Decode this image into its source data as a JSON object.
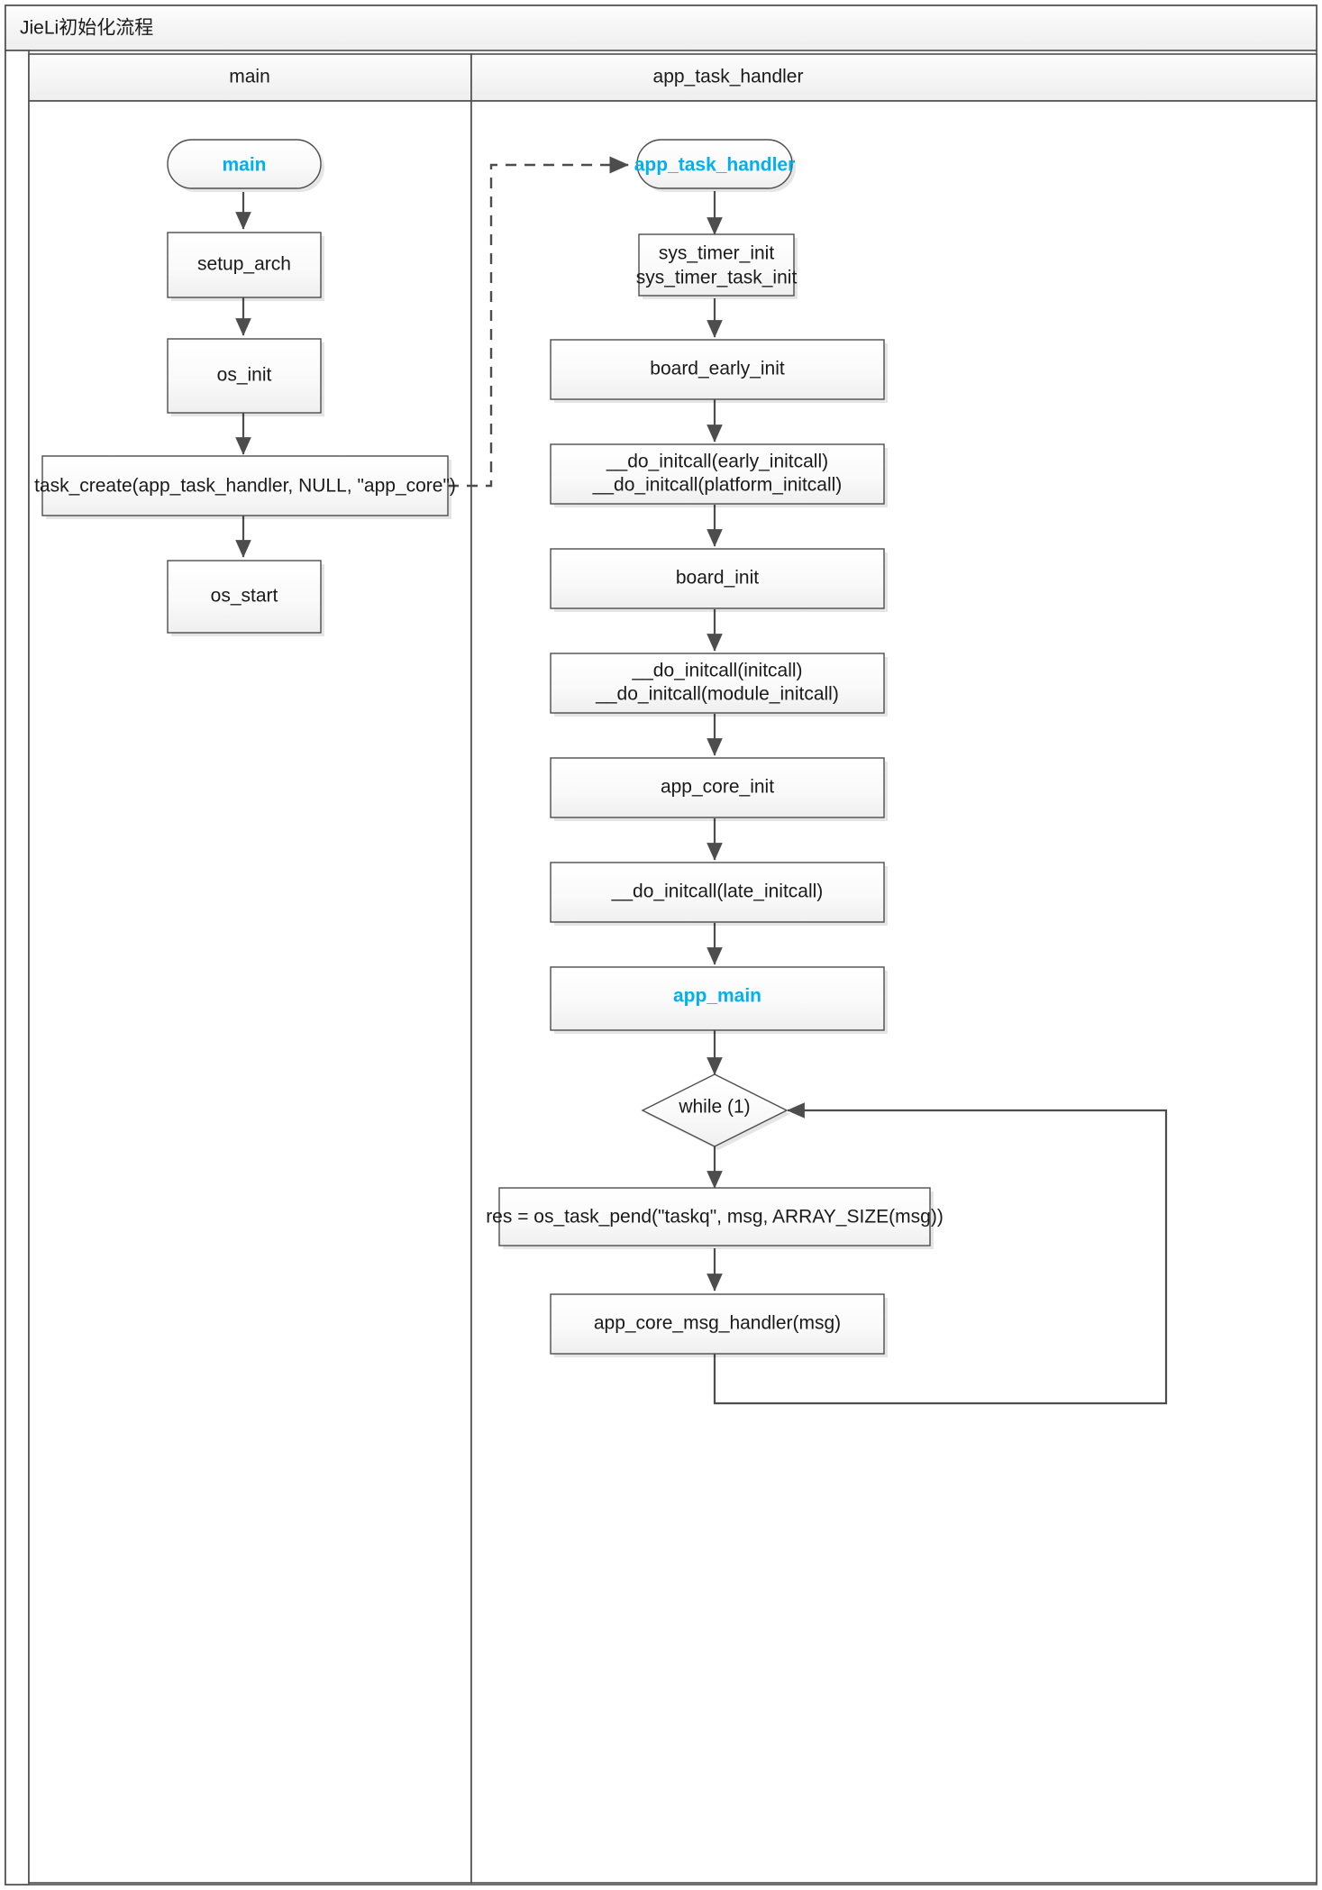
{
  "diagram": {
    "title": "JieLi初始化流程",
    "type": "flowchart-swimlane",
    "accent_color": "#00b0f0",
    "box_stroke_color": "#4d4d4d",
    "lanes": [
      {
        "id": "main",
        "label": "main"
      },
      {
        "id": "app_task_handler",
        "label": "app_task_handler"
      }
    ],
    "nodes": {
      "main_start": "main",
      "setup_arch": "setup_arch",
      "os_init": "os_init",
      "task_create": "task_create(app_task_handler, NULL, \"app_core\")",
      "os_start": "os_start",
      "ath_start": "app_task_handler",
      "sys_timer_l1": "sys_timer_init",
      "sys_timer_l2": "sys_timer_task_init",
      "board_early_init": "board_early_init",
      "initcall_early_l1": "__do_initcall(early_initcall)",
      "initcall_early_l2": "__do_initcall(platform_initcall)",
      "board_init": "board_init",
      "initcall_mod_l1": "__do_initcall(initcall)",
      "initcall_mod_l2": "__do_initcall(module_initcall)",
      "app_core_init": "app_core_init",
      "initcall_late": "__do_initcall(late_initcall)",
      "app_main": "app_main",
      "while_loop": "while (1)",
      "os_task_pend": "res = os_task_pend(\"taskq\", msg, ARRAY_SIZE(msg))",
      "app_core_msg_handler": "app_core_msg_handler(msg)"
    }
  }
}
